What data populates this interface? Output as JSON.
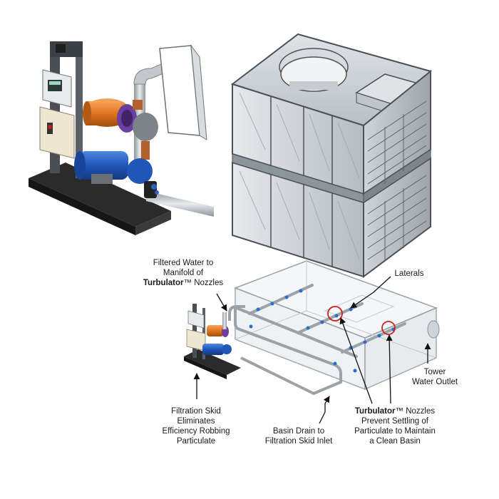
{
  "colors": {
    "tower_frame": "#4a5158",
    "tower_panel": "#c9ced3",
    "skid_base": "#2b2b2b",
    "motor_blue": "#1f56b8",
    "pump_orange": "#e0741f",
    "pump_purple": "#6a3fa0",
    "pipe_gray": "#b9bec4",
    "basin_outline": "#9aa0a6",
    "nozzle_blue": "#2a6fc9",
    "highlight_red": "#d02020",
    "callout": "#111111"
  },
  "labels": {
    "filtered_water": {
      "line1": "Filtered Water to",
      "line2": "Manifold of",
      "line3_bold": "Turbulator",
      "line3_rest": "™ Nozzles"
    },
    "laterals": "Laterals",
    "tower_outlet": {
      "line1": "Tower",
      "line2": "Water Outlet"
    },
    "filtration_skid": {
      "line1": "Filtration Skid",
      "line2": "Eliminates",
      "line3": "Efficiency Robbing",
      "line4": "Particulate"
    },
    "basin_drain": {
      "line1": "Basin Drain to",
      "line2": "Filtration Skid Inlet"
    },
    "turbulator_nozzles": {
      "line1_bold": "Turbulator",
      "line1_rest": "™ Nozzles",
      "line2": "Prevent Settling of",
      "line3": "Particulate to Maintain",
      "line4": "a Clean Basin"
    }
  },
  "icons": {
    "filtration_skid_large": "filtration-skid-illustration",
    "cooling_tower": "cooling-tower-illustration",
    "basin_system": "basin-piping-illustration",
    "filtration_skid_small": "filtration-skid-small-illustration"
  }
}
